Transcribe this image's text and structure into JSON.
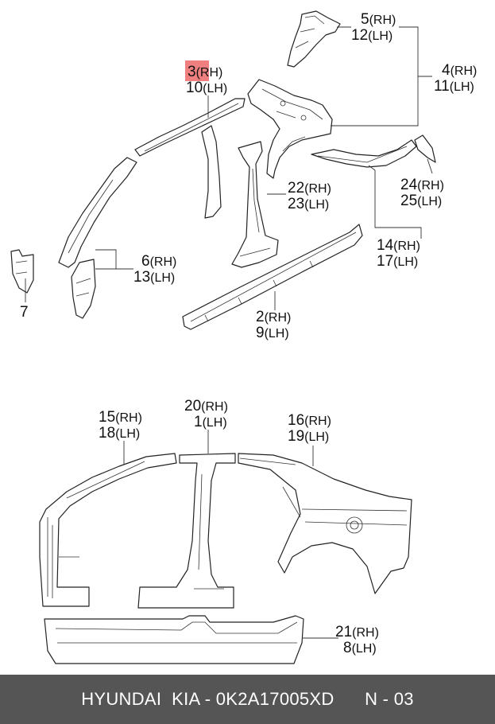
{
  "callouts": {
    "p5": "5",
    "p12": "12",
    "p3": "3",
    "p10": "10",
    "p4": "4",
    "p11": "11",
    "p24": "24",
    "p25": "25",
    "p22": "22",
    "p23": "23",
    "p14": "14",
    "p17": "17",
    "p6": "6",
    "p13": "13",
    "p7": "7",
    "p2": "2",
    "p9": "9",
    "p15": "15",
    "p18": "18",
    "p20": "20",
    "p1": "1",
    "p16": "16",
    "p19": "19",
    "p21": "21",
    "p8": "8"
  },
  "sides": {
    "rh": "(RH)",
    "lh": "(LH)"
  },
  "colors": {
    "highlight": "#f08080",
    "footer_bg": "#555555",
    "footer_text": "#ffffff"
  },
  "footer": {
    "text": "HYUNDAI  KIA - 0K2A17005XD      N - 03"
  }
}
